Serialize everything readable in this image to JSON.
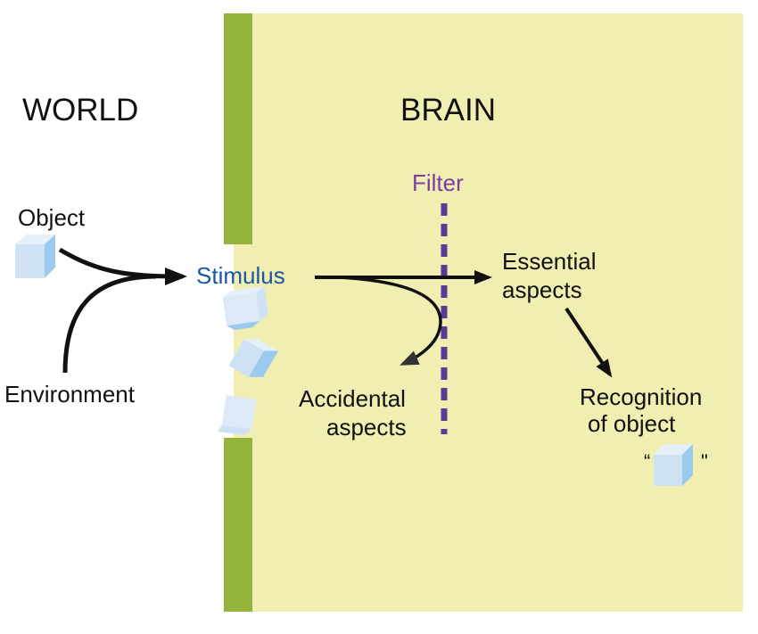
{
  "diagram": {
    "regions": {
      "world_label": "WORLD",
      "brain_label": "BRAIN"
    },
    "nodes": {
      "object": "Object",
      "environment": "Environment",
      "stimulus": "Stimulus",
      "filter": "Filter",
      "essential_line1": "Essential",
      "essential_line2": "aspects",
      "accidental_line1": "Accidental",
      "accidental_line2": "aspects",
      "recognition_line1": "Recognition",
      "recognition_line2": "of object",
      "quote_open": "“",
      "quote_close": "\""
    },
    "edges": [
      {
        "from": "Object",
        "to": "Stimulus"
      },
      {
        "from": "Environment",
        "to": "Stimulus"
      },
      {
        "from": "Stimulus",
        "to": "Essential aspects"
      },
      {
        "from": "Stimulus",
        "to": "Accidental aspects"
      },
      {
        "from": "Essential aspects",
        "to": "Recognition of object"
      }
    ],
    "colors": {
      "brain_bg": "#f0eeb0",
      "barrier": "#94b43c",
      "stimulus_text": "#1a56a6",
      "filter_text": "#7a3fa0",
      "filter_line": "#5b3a9a",
      "arrow": "#111111",
      "cube_front": "#cfe2f5",
      "cube_top": "#e6f0fa",
      "cube_side": "#9ccaee"
    }
  }
}
